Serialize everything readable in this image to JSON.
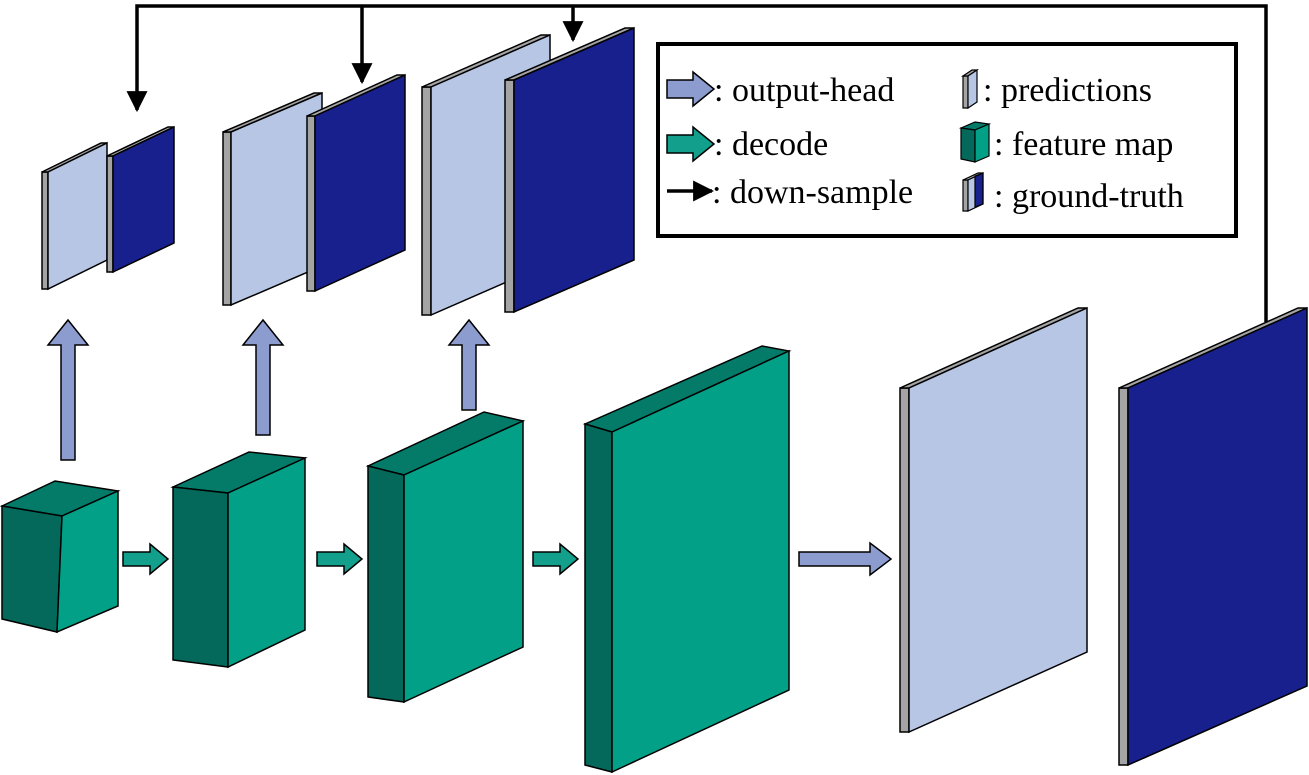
{
  "colors": {
    "prediction": "#b8c6e6",
    "ground_truth": "#18208e",
    "feature_front": "#02a087",
    "feature_side": "#04695a",
    "feature_top": "#047a68",
    "plate_edge": "#a4a4a4",
    "output_head_arrow": "#8d9ccf",
    "decode_arrow": "#12a08c",
    "line": "#000000"
  },
  "legend": {
    "output_head": ": output-head",
    "decode": ": decode",
    "down_sample": ": down-sample",
    "predictions": ": predictions",
    "feature_map": ": feature map",
    "ground_truth": ": ground-truth"
  }
}
